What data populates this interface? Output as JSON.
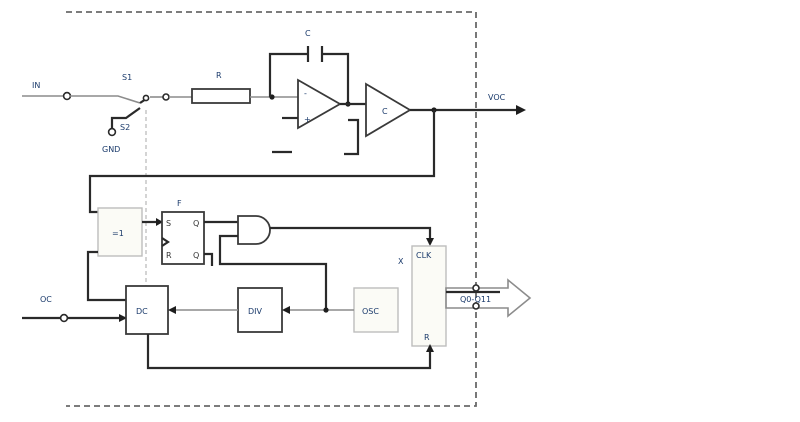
{
  "labels": {
    "input_top": "IN",
    "switch_label": "S1",
    "switch_sub": "S2",
    "gnd_label": "GND",
    "resistor": "R",
    "capacitor": "C",
    "opamp_minus": "-",
    "opamp_plus": "+",
    "comparator": "C",
    "output_top": "VOC",
    "ff_label": "F",
    "ff_s": "S",
    "ff_r": "R",
    "ff_q": "Q",
    "ff_qn": "Q",
    "small_box": "=1",
    "input_bottom": "OC",
    "dc_block": "DC",
    "div_block": "DIV",
    "osc_block": "OSC",
    "counter_label": "X",
    "counter_top": "CLK",
    "counter_bottom": "R",
    "bus_out": "Q0-Q11"
  }
}
